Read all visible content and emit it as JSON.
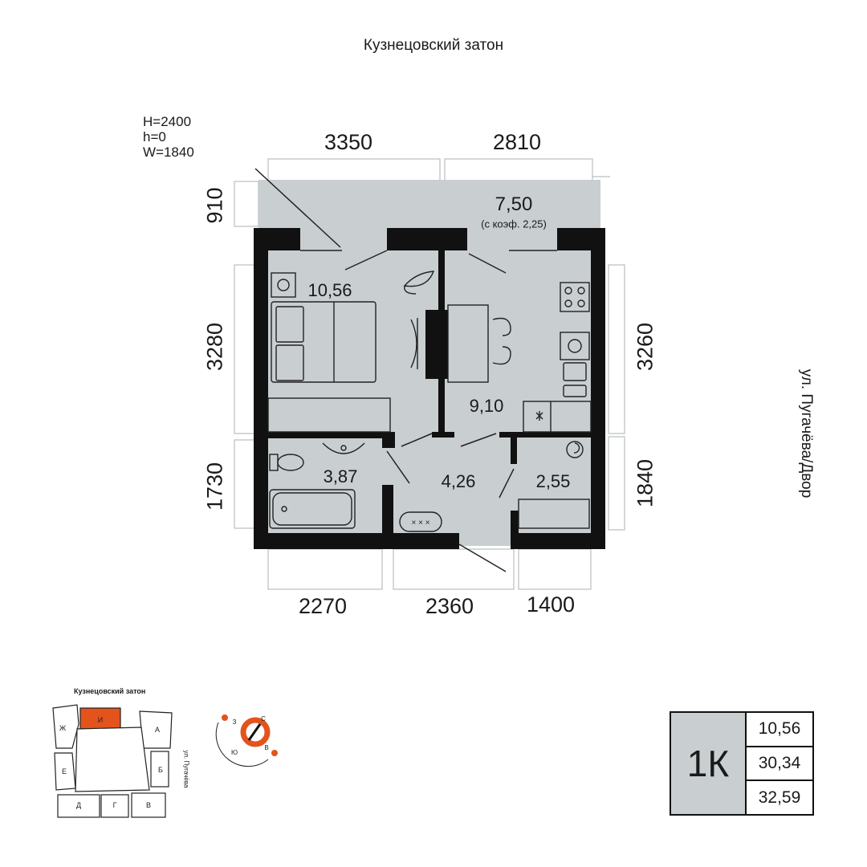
{
  "title": "Кузнецовский затон",
  "street": "ул. Пугачёва/Двор",
  "window": {
    "H": "H=2400",
    "h": "h=0",
    "W": "W=1840"
  },
  "dimensions": {
    "top_left": "3350",
    "top_right": "2810",
    "left_balcony": "910",
    "left_bedroom": "3280",
    "left_bath": "1730",
    "right_kitchen": "3260",
    "right_closet": "1840",
    "bottom_left": "2270",
    "bottom_mid": "2360",
    "bottom_right": "1400"
  },
  "rooms": {
    "balcony_area": "7,50",
    "balcony_coef": "(с коэф. 2,25)",
    "bedroom": "10,56",
    "kitchen": "9,10",
    "bathroom": "3,87",
    "hall": "4,26",
    "closet": "2,55"
  },
  "minimap": {
    "title": "Кузнецовский затон",
    "street": "ул. Пугачёва",
    "sections": [
      "Ж",
      "И",
      "А",
      "Е",
      "Б",
      "Д",
      "Г",
      "В"
    ],
    "highlight": "И",
    "highlight_color": "#e4531c"
  },
  "compass": {
    "n": "С",
    "w": "З",
    "s": "Ю",
    "e": "В",
    "accent": "#e4531c"
  },
  "summary": {
    "type": "1К",
    "living": "10,56",
    "total": "30,34",
    "total_with_balcony": "32,59"
  }
}
